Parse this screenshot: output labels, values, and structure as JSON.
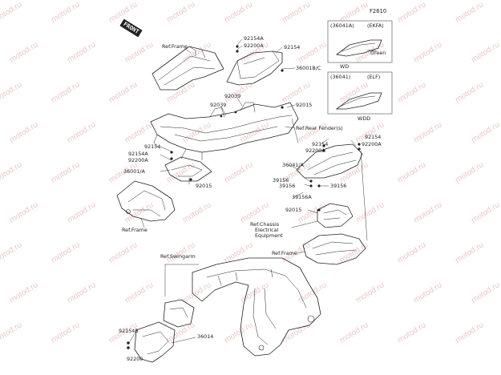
{
  "figure_code": "F2610",
  "front_marker": "FRONT",
  "watermark": "motod.ru",
  "inset_1": {
    "code": "(36041A)",
    "model": "(EKFA)",
    "color": "Green",
    "sub": "WD"
  },
  "inset_2": {
    "code": "(36041)",
    "model": "(ELF)",
    "sub": "WDD"
  },
  "labels": {
    "ref_frame_top": "Ref.Frame",
    "p92154A_top": "92154A",
    "p92200A_top": "92200A",
    "p92154_top": "92154",
    "p36001B": "36001B/C",
    "p92039_a": "92039",
    "p92039_b": "92039",
    "p92015_top": "92015",
    "ref_rear_fender": "Ref.Rear Fender(s)",
    "p92154_left": "92154",
    "p92154A_left": "92154A",
    "p92200A_left": "92200A",
    "p36001A": "36001/A",
    "p92015_left": "92015",
    "ref_frame_left": "Ref.Frame",
    "p92154_right_a": "92154",
    "p92200A_right_a": "92200A",
    "p92154_right_b": "92154",
    "p92200A_right_b": "92200A",
    "p36041A": "36041/A",
    "p39156_a": "39156",
    "p39156_b": "39156",
    "p39156A": "39156A",
    "p39156_c": "39156",
    "p92015_mid": "92015",
    "ref_chassis_1": "Ref.Chassis",
    "ref_chassis_2": "Electrical",
    "ref_chassis_3": "Equipment",
    "ref_frame_right": "Ref.Frame",
    "ref_swingarm": "Ref.Swingarm",
    "p92154B": "92154B",
    "p92200_bottom": "92200",
    "p36014": "36014"
  }
}
